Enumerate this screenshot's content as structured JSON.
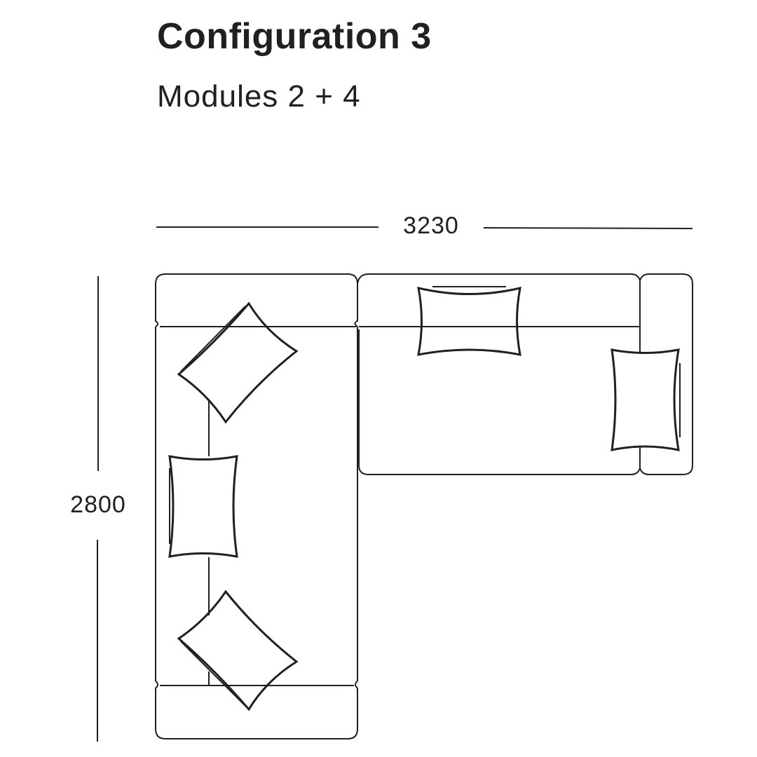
{
  "header": {
    "title": "Configuration 3",
    "subtitle": "Modules 2 + 4"
  },
  "dimensions": {
    "width_label": "3230",
    "height_label": "2800"
  },
  "diagram": {
    "type": "L-shaped sectional sofa, top view",
    "modules": [
      "Module 2 (chaise / left section)",
      "Module 4 (right section with arm)"
    ],
    "cushions": 5,
    "line_color": "#231f20",
    "background": "#ffffff"
  }
}
